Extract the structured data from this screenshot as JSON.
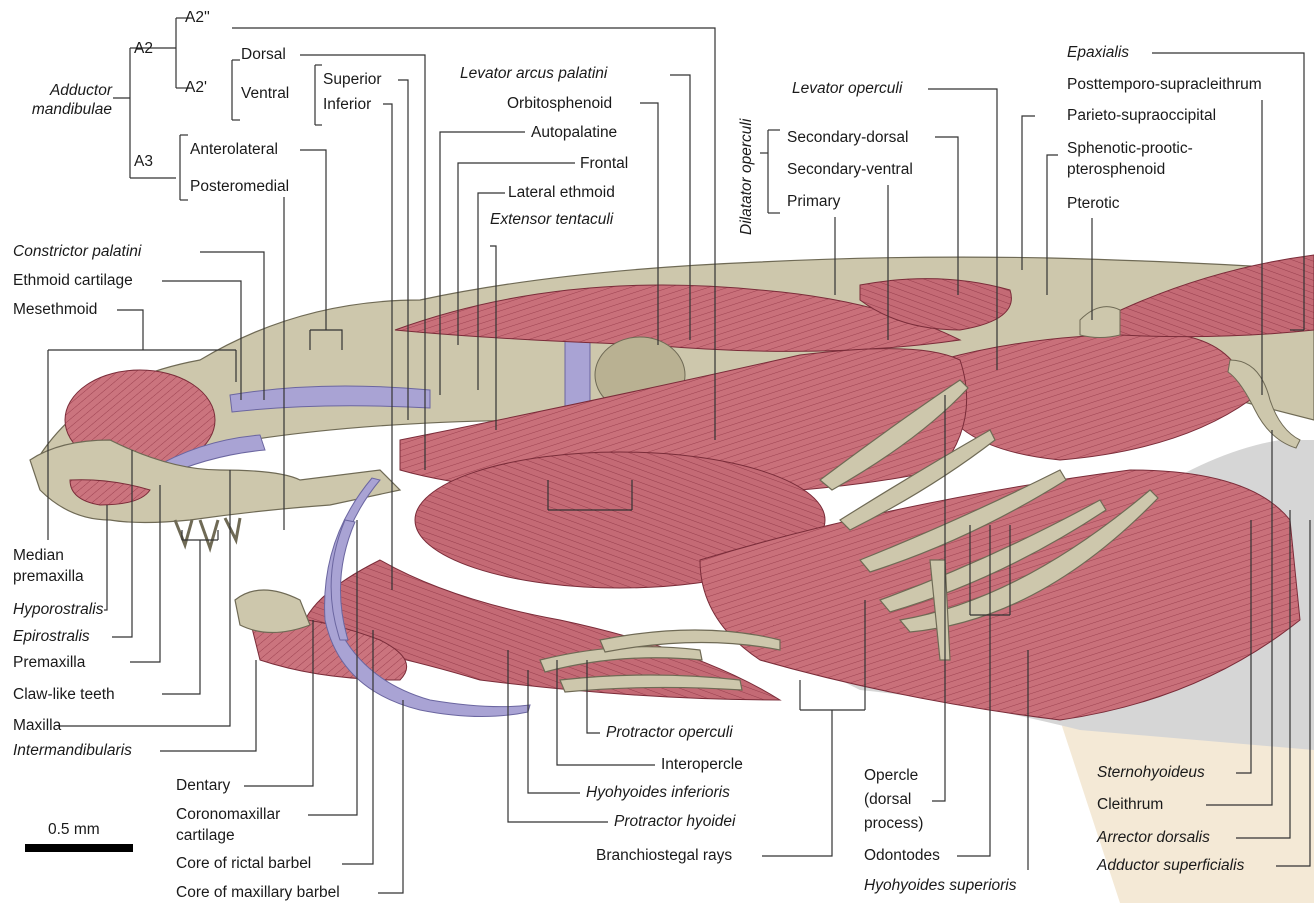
{
  "colors": {
    "muscle": "#c9707a",
    "bone": "#cdc7ac",
    "cartilage": "#a9a3d4",
    "membrane": "#d4d4d4",
    "skin": "#f4e9d6",
    "leader": "#333333"
  },
  "groups": {
    "adductor": "Adductor mandibulae",
    "a2": "A2",
    "a2pp": "A2''",
    "a2p": "A2'",
    "a3": "A3",
    "dorsal": "Dorsal",
    "ventral": "Ventral",
    "superior": "Superior",
    "inferior": "Inferior",
    "anterolateral": "Anterolateral",
    "posteromedial": "Posteromedial",
    "dilatator": "Dilatator operculi",
    "secondary_dorsal": "Secondary-dorsal",
    "secondary_ventral": "Secondary-ventral",
    "primary": "Primary"
  },
  "labels": {
    "levator_arcus": "Levator arcus palatini",
    "orbitosphenoid": "Orbitosphenoid",
    "autopalatine": "Autopalatine",
    "frontal": "Frontal",
    "lateral_ethmoid": "Lateral ethmoid",
    "extensor_tentaculi": "Extensor tentaculi",
    "levator_operculi": "Levator operculi",
    "epaxialis": "Epaxialis",
    "posttemporo": "Posttemporo-supracleithrum",
    "parieto": "Parieto-supraoccipital",
    "sphenotic_1": "Sphenotic-prootic-",
    "sphenotic_2": "pterosphenoid",
    "pterotic": "Pterotic",
    "constrictor_palatini": "Constrictor palatini",
    "ethmoid_cartilage": "Ethmoid cartilage",
    "mesethmoid": "Mesethmoid",
    "median_premaxilla_1": "Median",
    "median_premaxilla_2": "premaxilla",
    "hyporostralis": "Hyporostralis",
    "epirostralis": "Epirostralis",
    "premaxilla": "Premaxilla",
    "claw_teeth": "Claw-like teeth",
    "maxilla": "Maxilla",
    "intermandibularis": "Intermandibularis",
    "dentary": "Dentary",
    "coronomaxillar_1": "Coronomaxillar",
    "coronomaxillar_2": "cartilage",
    "core_rictal": "Core of rictal barbel",
    "core_maxillary": "Core of maxillary barbel",
    "protractor_operculi": "Protractor operculi",
    "interopercle": "Interopercle",
    "hyohyoides_inferioris": "Hyohyoides inferioris",
    "protractor_hyoidei": "Protractor hyoidei",
    "branchiostegal": "Branchiostegal rays",
    "opercle_1": "Opercle",
    "opercle_2": "(dorsal",
    "opercle_3": "process)",
    "odontodes": "Odontodes",
    "hyohyoides_superioris": "Hyohyoides superioris",
    "sternohyoideus": "Sternohyoideus",
    "cleithrum": "Cleithrum",
    "arrector_dorsalis": "Arrector dorsalis",
    "adductor_superficialis": "Adductor superficialis"
  },
  "scale": {
    "label": "0.5 mm"
  }
}
